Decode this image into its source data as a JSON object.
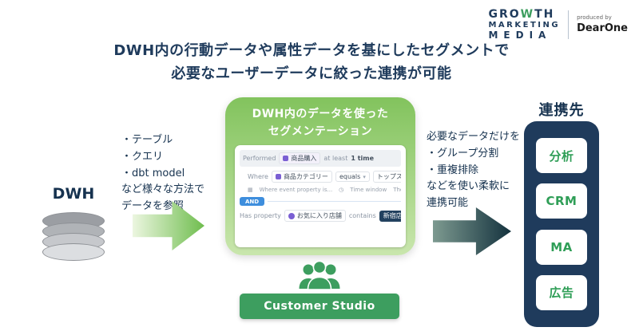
{
  "logo": {
    "growth_pre": "GRO",
    "growth_w": "W",
    "growth_post": "TH",
    "marketing": "MARKETING",
    "media": "MEDIA",
    "produced_by": "produced by",
    "brand": "DearOne"
  },
  "title": {
    "line1": "DWH内の行動データや属性データを基にしたセグメントで",
    "line2": "必要なユーザーデータに絞った連携が可能"
  },
  "left": {
    "dwh_label": "DWH",
    "notes": [
      "・テーブル",
      "・クエリ",
      "・dbt model",
      "など様々な方法で",
      "データを参照"
    ]
  },
  "center": {
    "header_line1": "DWH内のデータを使った",
    "header_line2": "セグメンテーション",
    "ui": {
      "performed_label": "Performed",
      "performed_value": "商品購入",
      "at_least": "at least",
      "times": "1 time",
      "where_label": "Where",
      "where_field": "商品カテゴリー",
      "where_op": "equals",
      "where_value": "トップス",
      "hint1": "Where event property is...",
      "hint2": "Time window",
      "hint3": "Then perf...",
      "and_label": "AND",
      "hasprop_label": "Has property",
      "hasprop_field": "お気に入り店舗",
      "hasprop_op": "contains",
      "hasprop_value": "新宿店、池袋店、渋谷店"
    },
    "footer_label": "Customer Studio"
  },
  "right": {
    "notes": [
      "必要なデータだけを",
      "・グループ分割",
      "・重複排除",
      "などを使い柔軟に",
      "連携可能"
    ]
  },
  "destinations": {
    "title": "連携先",
    "items": [
      "分析",
      "CRM",
      "MA",
      "広告"
    ]
  },
  "icons": {
    "chevron_down": "▾",
    "event_property": "▦",
    "time_window": "◷"
  },
  "colors": {
    "navy": "#1f3b5c",
    "green": "#3d9e5f",
    "box_green": "#82c35d",
    "and_blue": "#3e8edd",
    "purple": "#7a5fd3"
  }
}
